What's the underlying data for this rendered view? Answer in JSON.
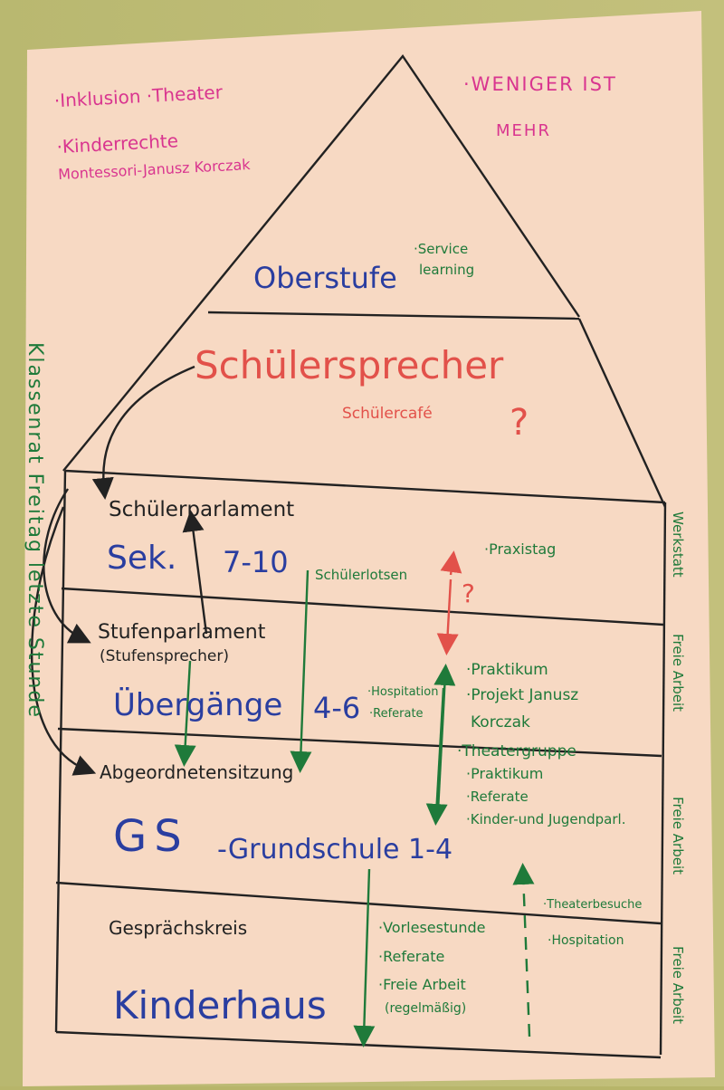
{
  "top_left_notes": {
    "line1": "·Inklusion ·Theater",
    "line2": "·Kinderrechte",
    "line3": "Montessori-Janusz Korczak"
  },
  "top_right_note": {
    "line1": "·WENIGER IST",
    "line2": "MEHR"
  },
  "oberstufe": {
    "label": "Oberstufe",
    "note1": "·Service",
    "note2": "learning"
  },
  "schuelersprecher": {
    "label": "Schülersprecher",
    "note": "Schülercafé",
    "question": "?"
  },
  "left_side_text": "Klassenrat Freitag letzte Stunde",
  "sek": {
    "parliament": "Schülerparlament",
    "label": "Sek.",
    "range": "7-10",
    "note_lotsen": "Schülerlotsen",
    "note_praxis": "·Praxistag",
    "question": "?"
  },
  "uebergaenge": {
    "parliament1": "Stufenparlament",
    "parliament2": "(Stufensprecher)",
    "label": "Übergänge",
    "range": "4-6",
    "note1": "·Hospitation",
    "note2": "·Referate",
    "bullets": [
      "·Praktikum",
      "·Projekt Janusz",
      "Korczak",
      "·Theatergruppe"
    ]
  },
  "grundschule": {
    "assembly": "Abgeordnetensitzung",
    "label_gs": "GS",
    "label_rest": "-Grundschule 1-4",
    "bullets": [
      "·Praktikum",
      "·Referate",
      "·Kinder-und Jugendparl."
    ],
    "note_theater": "·Theaterbesuche",
    "note_hosp": "·Hospitation"
  },
  "kinderhaus": {
    "circle": "Gesprächskreis",
    "label": "Kinderhaus",
    "bullets": [
      "·Vorlesestunde",
      "·Referate",
      "·Freie Arbeit",
      "(regelmäßig)"
    ]
  },
  "right_side": {
    "werkstatt": "Werkstatt",
    "freie1": "Freie Arbeit",
    "freie2": "Freie Arbeit",
    "freie3": "Freie Arbeit"
  },
  "colors": {
    "paper": "#f7d9c3",
    "pink": "#d9358f",
    "red": "#e2514a",
    "blue": "#2a3ea0",
    "green": "#1f7a3a",
    "black": "#222222"
  }
}
